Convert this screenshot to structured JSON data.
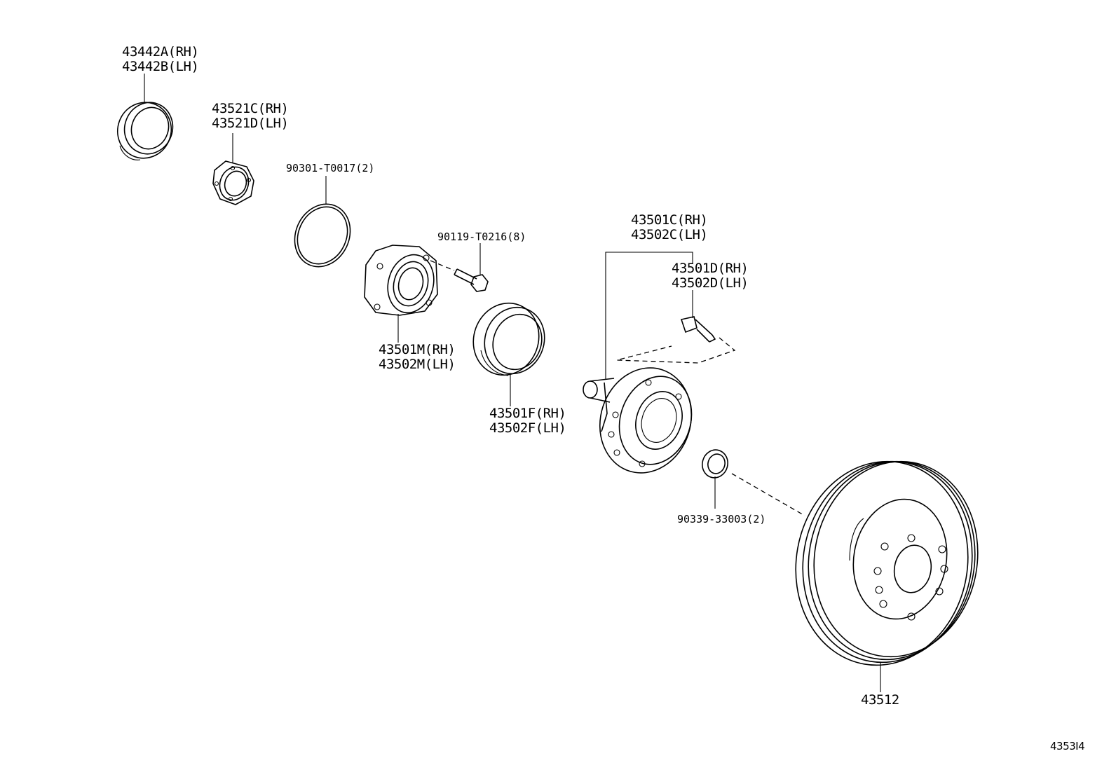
{
  "callouts": {
    "dust_seal": [
      "43442A(RH)",
      "43442B(LH)"
    ],
    "backing_plate": [
      "43521C(RH)",
      "43521D(LH)"
    ],
    "o_ring": "90301-T0017(2)",
    "bolt": "90119-T0216(8)",
    "bearing_hub": [
      "43501M(RH)",
      "43502M(LH)"
    ],
    "seal_ring": [
      "43501F(RH)",
      "43502F(LH)"
    ],
    "axle_hub": [
      "43501C(RH)",
      "43502C(LH)"
    ],
    "hub_bolt": [
      "43501D(RH)",
      "43502D(LH)"
    ],
    "nut": "90339-33003(2)",
    "disc": "43512"
  },
  "figure_code": "4353I4"
}
